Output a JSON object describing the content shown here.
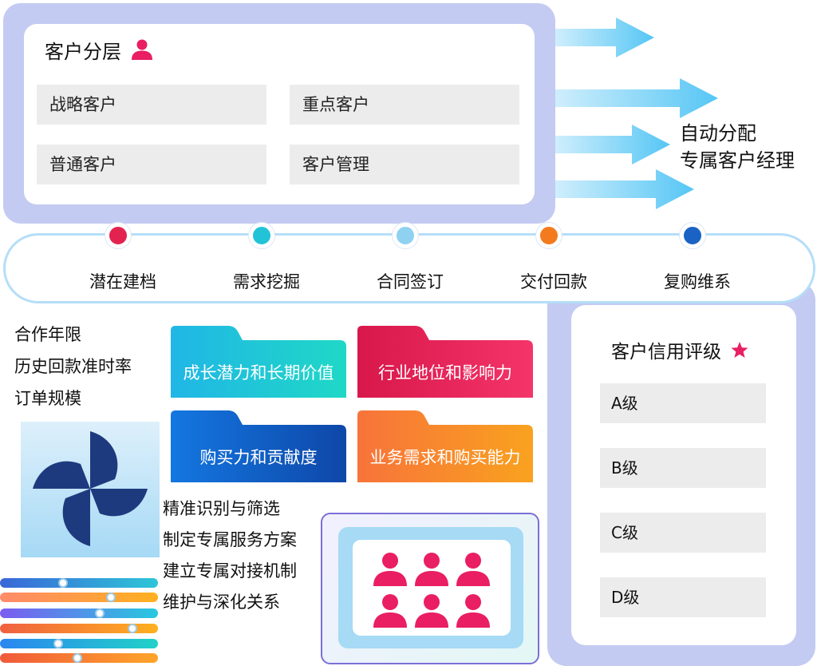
{
  "tiers": {
    "title": "客户分层",
    "items": [
      "战略客户",
      "重点客户",
      "普通客户",
      "客户管理"
    ]
  },
  "assignment": {
    "line1": "自动分配",
    "line2": "专属客户经理"
  },
  "pipeline": {
    "stages": [
      {
        "label": "潜在建档",
        "color": "#e2234f"
      },
      {
        "label": "需求挖掘",
        "color": "#22c3d6"
      },
      {
        "label": "合同签订",
        "color": "#8fd1f1"
      },
      {
        "label": "交付回款",
        "color": "#f47a1e"
      },
      {
        "label": "复购维系",
        "color": "#1a63c5"
      }
    ]
  },
  "criteria": [
    "合作年限",
    "历史回款准时率",
    "订单规模"
  ],
  "evaluation": {
    "items": [
      {
        "label": "成长潜力和长期价值",
        "from": "#20b6e6",
        "to": "#1fd8c6"
      },
      {
        "label": "行业地位和影响力",
        "from": "#d8174a",
        "to": "#f4356a"
      },
      {
        "label": "购买力和贡献度",
        "from": "#1477e1",
        "to": "#0e47a8"
      },
      {
        "label": "业务需求和购买能力",
        "from": "#f7733a",
        "to": "#f9a21f"
      }
    ]
  },
  "actions": [
    "精准识别与筛选",
    "制定专属服务方案",
    "建立专属对接机制",
    "维护与深化关系"
  ],
  "credit": {
    "title": "客户信用评级",
    "grades": [
      "A级",
      "B级",
      "C级",
      "D级"
    ]
  },
  "progress": [
    {
      "level": 0.4,
      "colors": [
        "#3a66d8",
        "#2cc6d8"
      ]
    },
    {
      "level": 0.7,
      "colors": [
        "#ff8a6a",
        "#ffb020"
      ]
    },
    {
      "level": 0.63,
      "colors": [
        "#7b5cf0",
        "#27c8e0"
      ]
    },
    {
      "level": 0.84,
      "colors": [
        "#f06040",
        "#ffb020"
      ]
    },
    {
      "level": 0.37,
      "colors": [
        "#2a86f0",
        "#22d2c8"
      ]
    },
    {
      "level": 0.49,
      "colors": [
        "#f05a3a",
        "#ffa52a"
      ]
    }
  ],
  "theme": {
    "accent": "#e91e63",
    "panel": "#c3cbf2",
    "cell": "#ececec",
    "arrow": "#5cc8f5"
  }
}
